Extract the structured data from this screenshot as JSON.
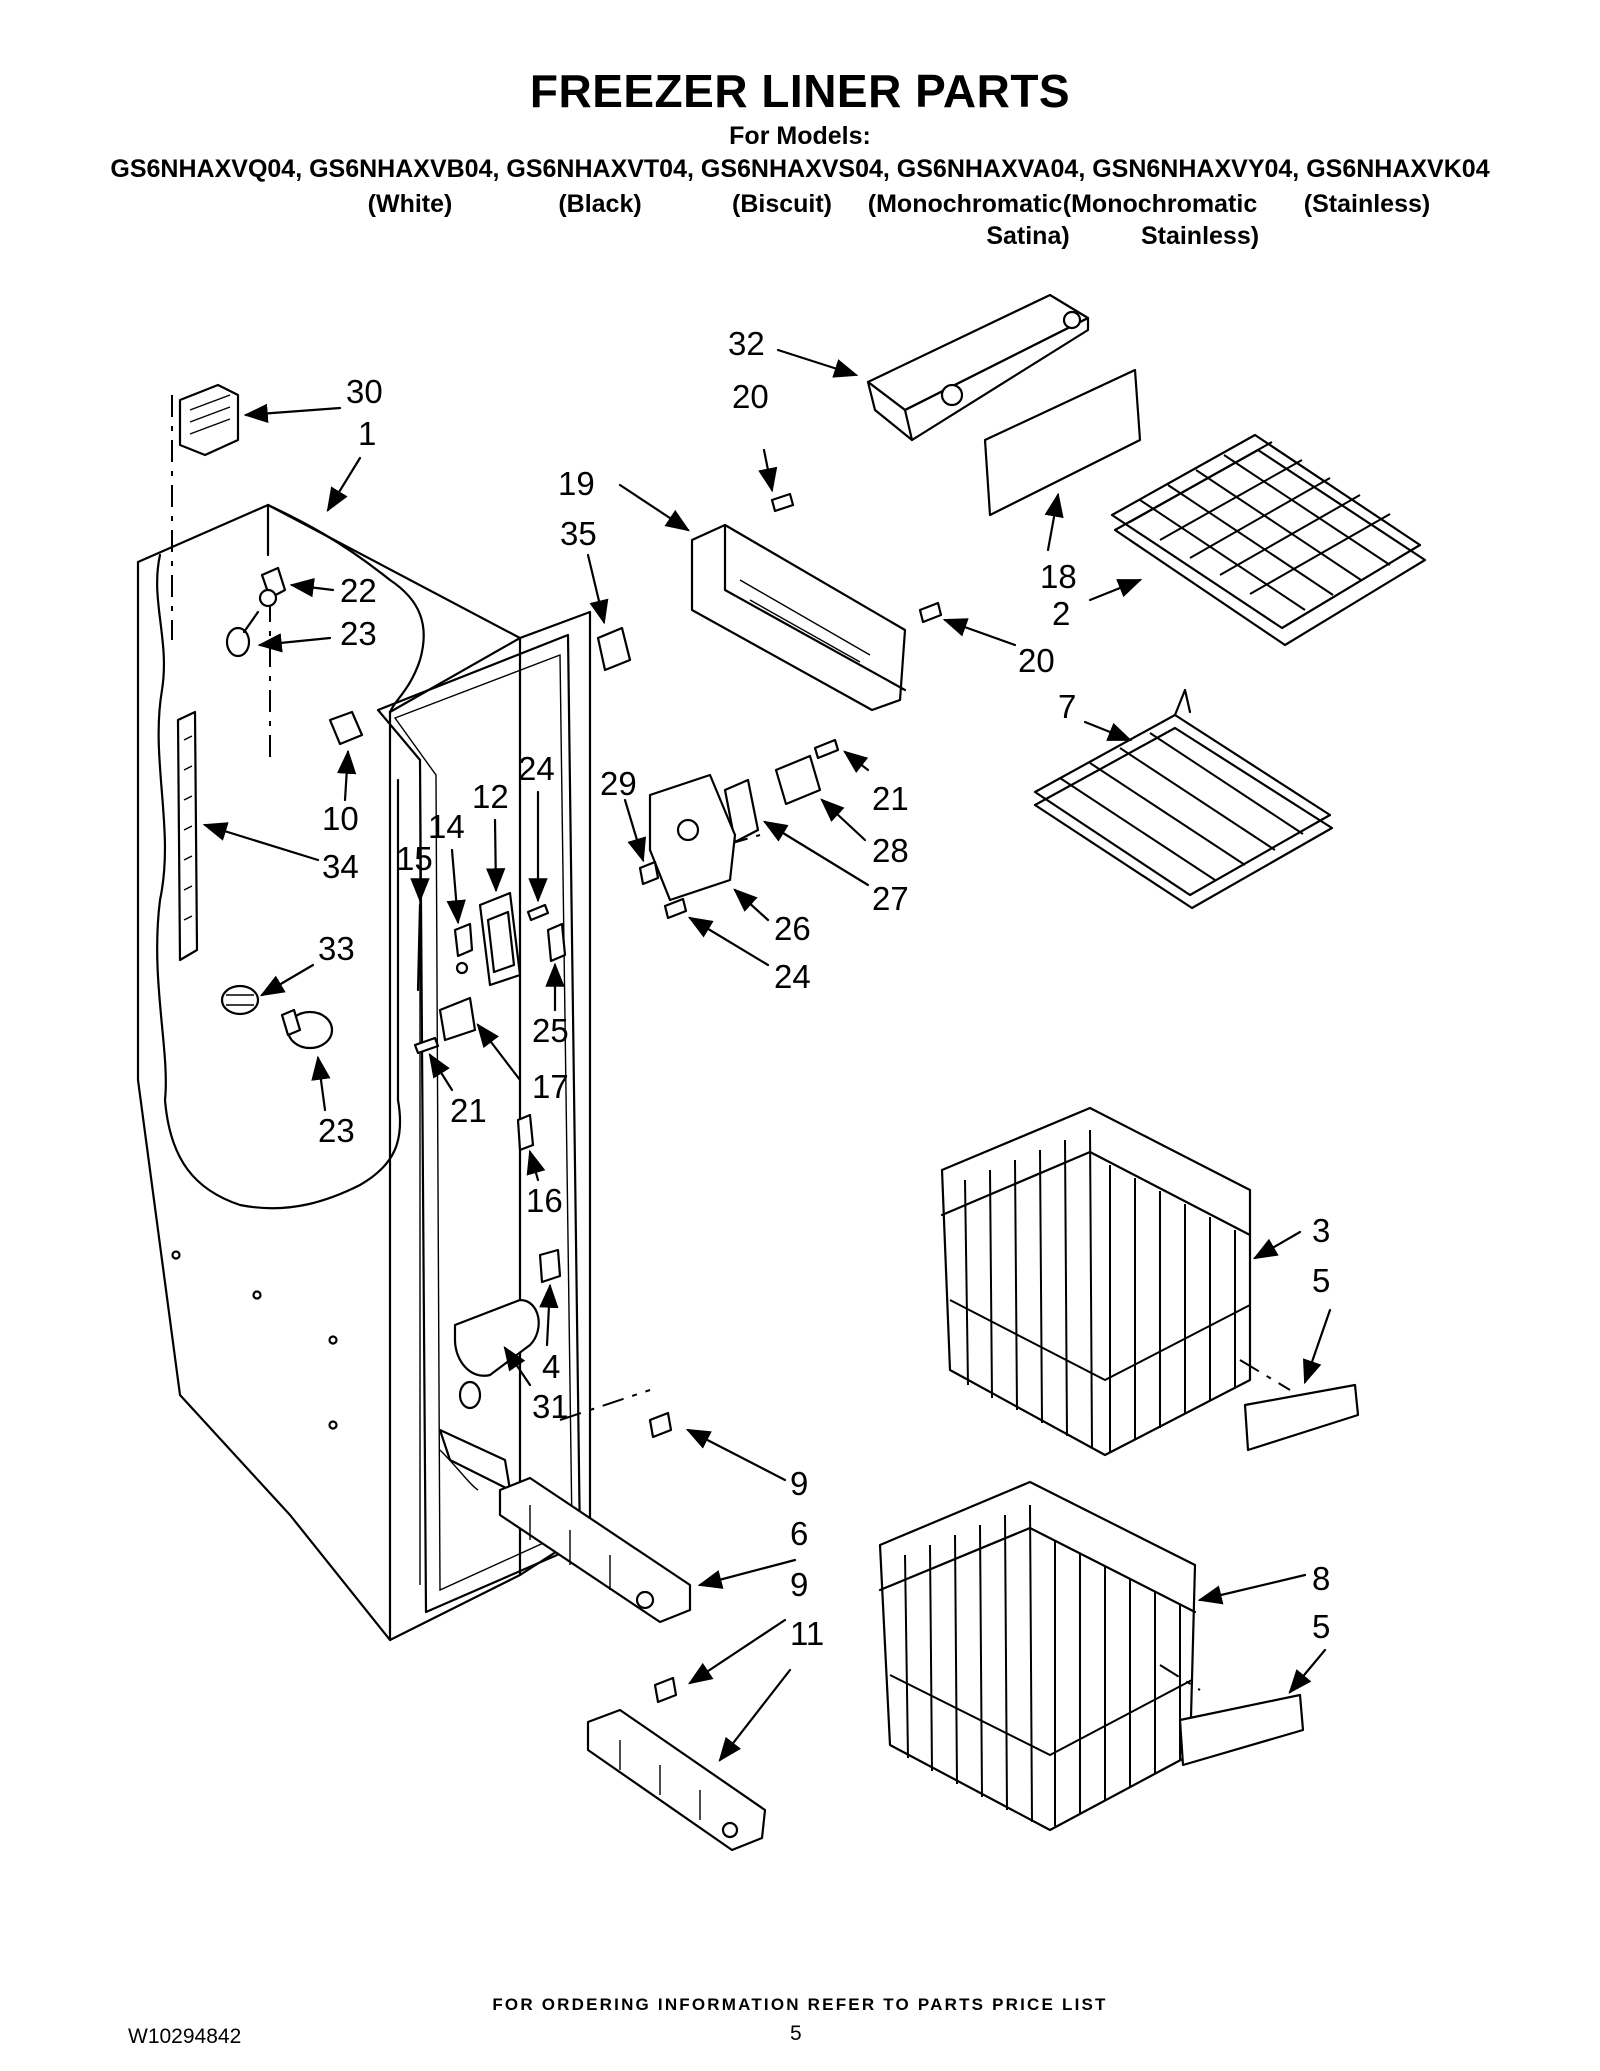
{
  "header": {
    "title": "FREEZER LINER PARTS",
    "for_models": "For Models:",
    "models_line": "GS6NHAXVQ04, GS6NHAXVB04, GS6NHAXVT04, GS6NHAXVS04, GS6NHAXVA04, GSN6NHAXVY04, GS6NHAXVK04",
    "variants": [
      {
        "line1": "(White)",
        "line2": ""
      },
      {
        "line1": "(Black)",
        "line2": ""
      },
      {
        "line1": "(Biscuit)",
        "line2": ""
      },
      {
        "line1": "(Monochromatic",
        "line2": "Satina)"
      },
      {
        "line1": "(Monochromatic",
        "line2": "Stainless)"
      },
      {
        "line1": "(Stainless)",
        "line2": ""
      }
    ]
  },
  "callouts": [
    "30",
    "1",
    "22",
    "23",
    "10",
    "34",
    "33",
    "23",
    "15",
    "14",
    "12",
    "24",
    "25",
    "17",
    "21",
    "16",
    "4",
    "31",
    "32",
    "20",
    "19",
    "35",
    "18",
    "2",
    "20",
    "7",
    "29",
    "21",
    "28",
    "27",
    "26",
    "24",
    "3",
    "5",
    "9",
    "6",
    "9",
    "11",
    "8",
    "5"
  ],
  "footer": {
    "note": "FOR ORDERING INFORMATION REFER TO PARTS PRICE LIST",
    "doc_number": "W10294842",
    "page_number": "5"
  }
}
